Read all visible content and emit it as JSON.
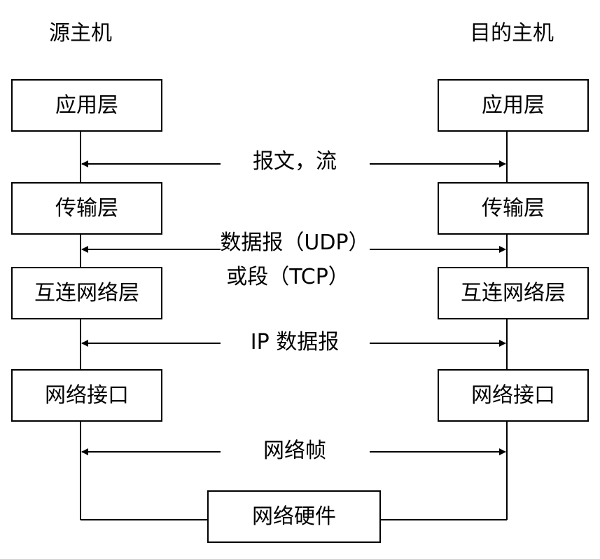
{
  "source_host_title": "源主机",
  "dest_host_title": "目的主机",
  "layers": {
    "application": "应用层",
    "transport": "传输层",
    "internet": "互连网络层",
    "network_interface": "网络接口"
  },
  "hardware": "网络硬件",
  "messages": {
    "application": "报文，流",
    "transport_line1": "数据报（UDP）",
    "transport_line2": "或段（TCP）",
    "internet": "IP 数据报",
    "network_interface": "网络帧"
  }
}
